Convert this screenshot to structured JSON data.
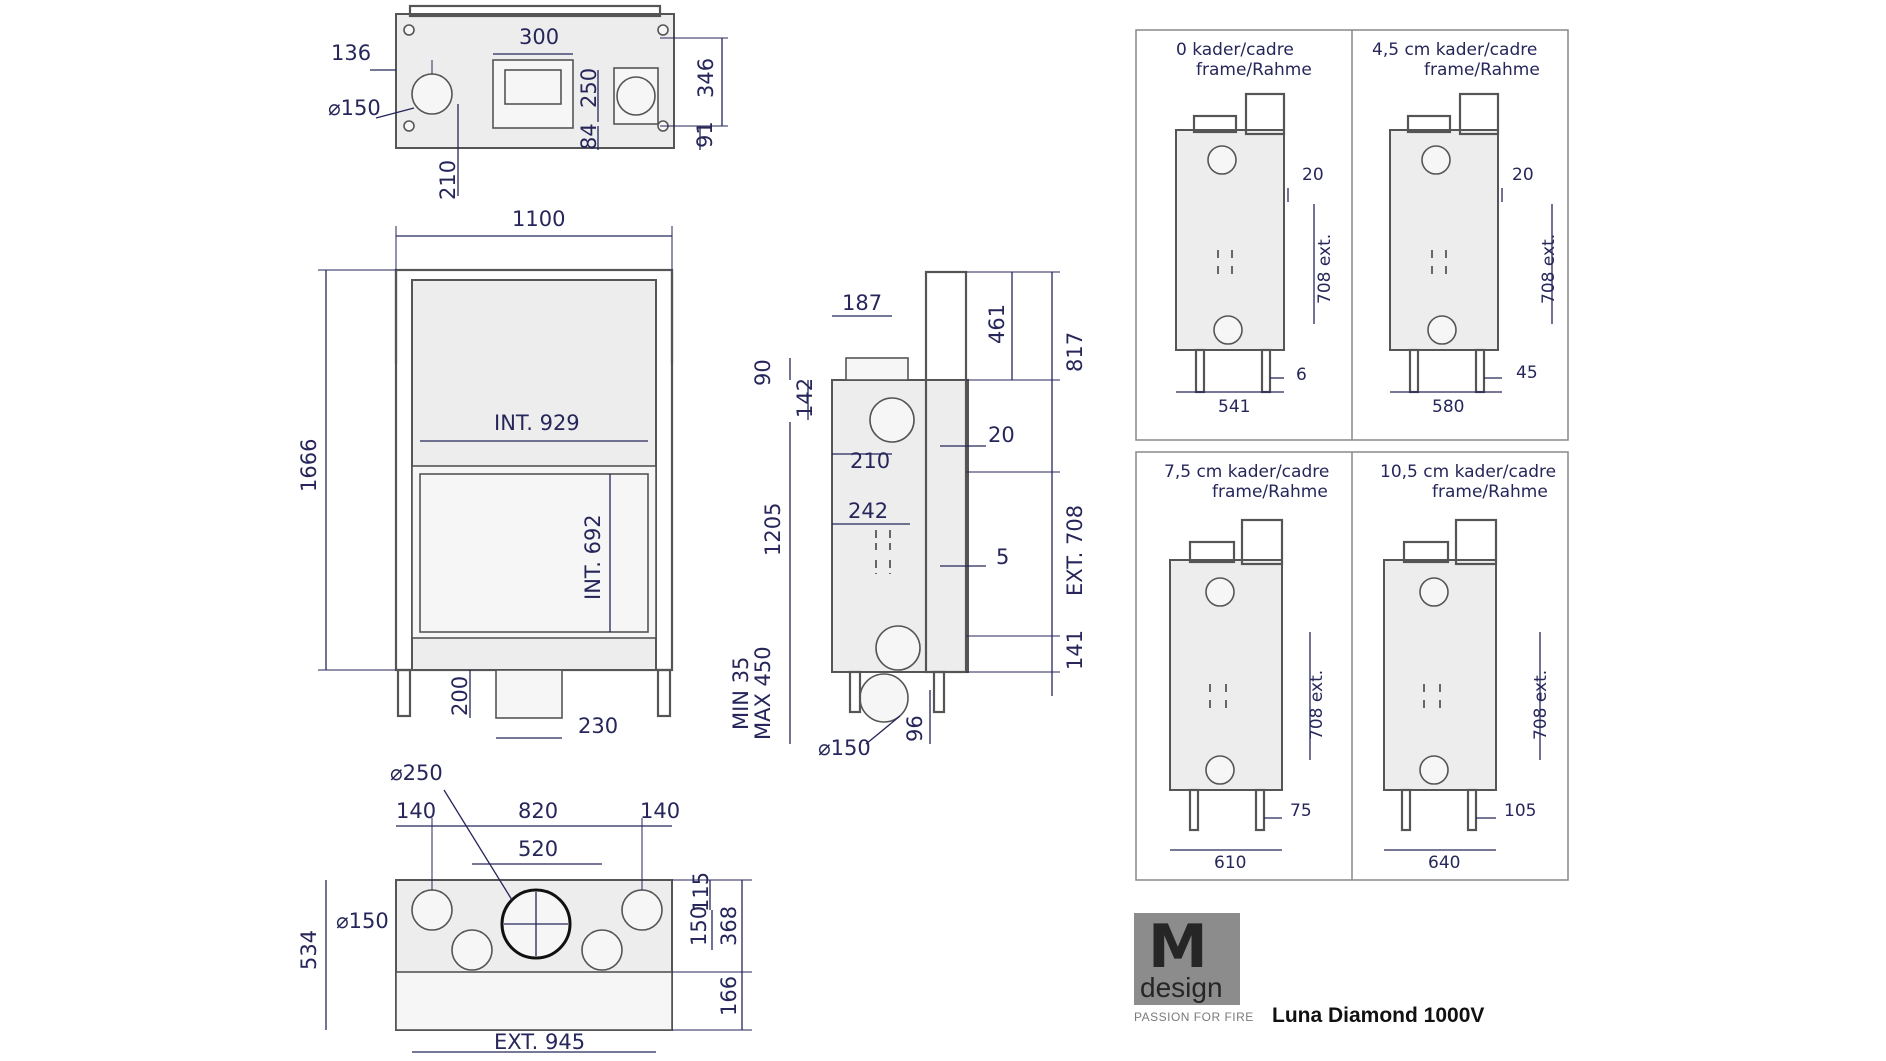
{
  "top_view": {
    "d136": "136",
    "d300": "300",
    "d346": "346",
    "d250": "250",
    "d84": "84",
    "d91": "91",
    "d210": "210",
    "d150": "⌀150"
  },
  "front_view": {
    "d1100": "1100",
    "d1666": "1666",
    "int929": "INT. 929",
    "int692": "INT. 692",
    "d200": "200",
    "d230": "230"
  },
  "side_view": {
    "d187": "187",
    "d90": "90",
    "d142": "142",
    "d461": "461",
    "d817": "817",
    "d210": "210",
    "d20": "20",
    "d242": "242",
    "d1205": "1205",
    "d5": "5",
    "ext708": "EXT. 708",
    "d141": "141",
    "min35": "MIN 35",
    "max450": "MAX 450",
    "d150": "⌀150",
    "d96": "96"
  },
  "bottom_view": {
    "d250": "⌀250",
    "d140a": "140",
    "d820": "820",
    "d140b": "140",
    "d520": "520",
    "d150": "⌀150",
    "d534": "534",
    "d115": "115",
    "d150v": "150",
    "d368": "368",
    "d166": "166",
    "ext945": "EXT. 945"
  },
  "frame_panels": [
    {
      "line1": "0   kader/cadre",
      "line2": "frame/Rahme",
      "top": "20",
      "ext": "708 ext.",
      "side": "6",
      "width": "541"
    },
    {
      "line1": "4,5 cm   kader/cadre",
      "line2": "frame/Rahme",
      "top": "20",
      "ext": "708 ext.",
      "side": "45",
      "width": "580"
    },
    {
      "line1": "7,5 cm kader/cadre",
      "line2": "frame/Rahme",
      "ext": "708 ext.",
      "side": "75",
      "width": "610"
    },
    {
      "line1": "10,5 cm kader/cadre",
      "line2": "frame/Rahme",
      "ext": "708 ext.",
      "side": "105",
      "width": "640"
    }
  ],
  "logo": {
    "letter": "M",
    "word": "design",
    "tagline": "PASSION FOR FIRE"
  },
  "model_name": "Luna Diamond 1000V",
  "colors": {
    "dimension": "#26265a",
    "outline": "#555555",
    "logo_bg": "#8c8c8c"
  }
}
